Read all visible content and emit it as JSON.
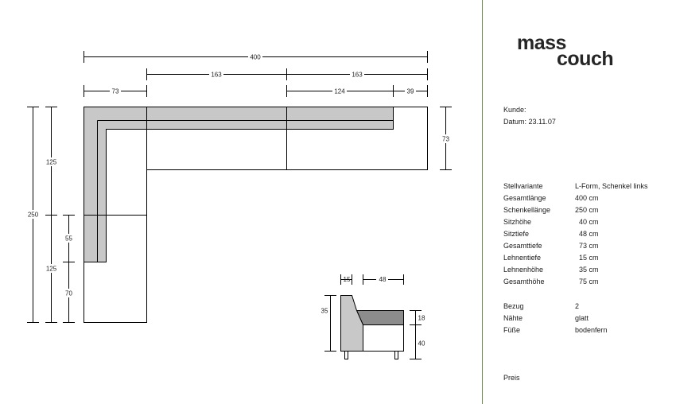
{
  "brand": {
    "line1": "mass",
    "line2": "couch"
  },
  "info": {
    "customer_label": "Kunde:",
    "date_label": "Datum: 23.11.07"
  },
  "specs": [
    {
      "label": "Stellvariante",
      "value": "L-Form, Schenkel links"
    },
    {
      "label": "Gesamtlänge",
      "value": "400 cm"
    },
    {
      "label": "Schenkellänge",
      "value": "250 cm"
    },
    {
      "label": "Sitzhöhe",
      "value": "  40 cm"
    },
    {
      "label": "Sitztiefe",
      "value": "  48 cm"
    },
    {
      "label": "Gesamttiefe",
      "value": "  73 cm"
    },
    {
      "label": "Lehnentiefe",
      "value": "  15 cm"
    },
    {
      "label": "Lehnenhöhe",
      "value": "  35 cm"
    },
    {
      "label": "Gesamthöhe",
      "value": "  75 cm"
    }
  ],
  "extras": [
    {
      "label": "Bezug",
      "value": "2"
    },
    {
      "label": "Nähte",
      "value": "glatt"
    },
    {
      "label": "Füße",
      "value": "bodenfern"
    }
  ],
  "price_label": "Preis",
  "dimensions": {
    "total_length": "400",
    "segment_left": "163",
    "segment_right": "163",
    "depth_top": "73",
    "segment_124": "124",
    "segment_39": "39",
    "depth_right": "73",
    "leg_total": "250",
    "leg_upper": "125",
    "leg_lower": "125",
    "inner_55": "55",
    "inner_70": "70",
    "side_15": "15",
    "side_48": "48",
    "side_35": "35",
    "side_18": "18",
    "side_40": "40"
  },
  "colors": {
    "backrest_fill": "#c8c8c8",
    "seat_side_fill": "#8c8c8c",
    "divider": "#6f8a4a"
  }
}
